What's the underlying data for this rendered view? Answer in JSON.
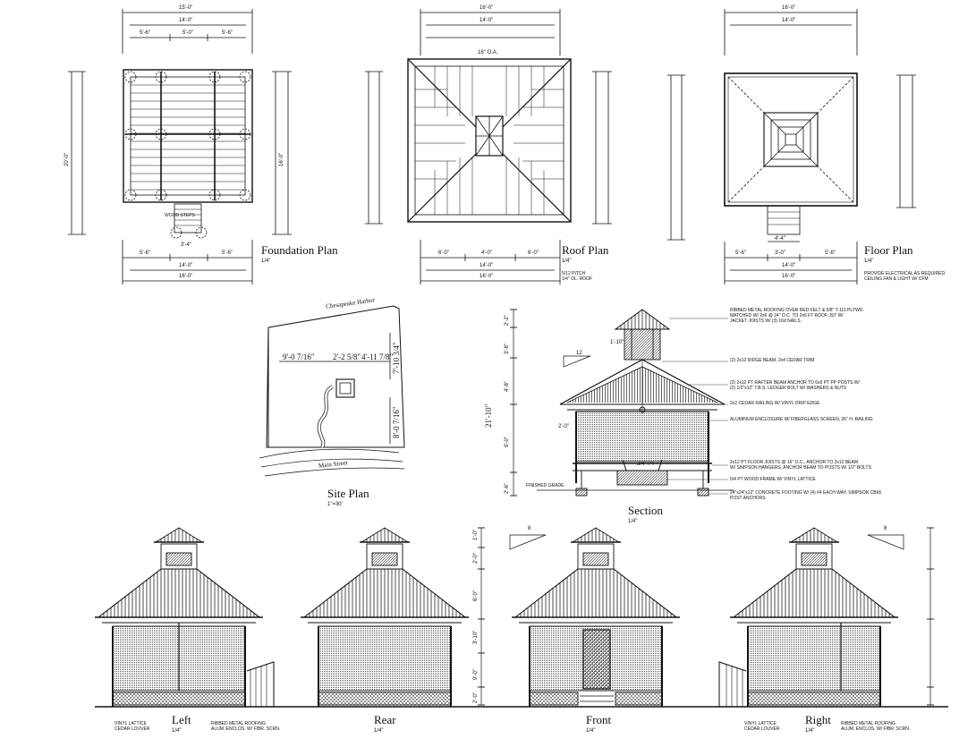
{
  "drawings": {
    "foundation_plan": {
      "title": "Foundation Plan",
      "scale": "1/4\""
    },
    "roof_plan": {
      "title": "Roof Plan",
      "scale": "1/4\""
    },
    "floor_plan": {
      "title": "Floor Plan",
      "scale": "1/4\""
    },
    "site_plan": {
      "title": "Site Plan",
      "scale": "1\"=30'"
    },
    "section": {
      "title": "Section",
      "scale": "1/4\""
    },
    "elev_left": {
      "title": "Left",
      "scale": "1/4\""
    },
    "elev_rear": {
      "title": "Rear",
      "scale": "1/4\""
    },
    "elev_front": {
      "title": "Front",
      "scale": "1/4\""
    },
    "elev_right": {
      "title": "Right",
      "scale": "1/4\""
    }
  },
  "dimensions": {
    "fp_top_overall": "15'-0\"",
    "fp_top_mid": "14'-0\"",
    "fp_top_a": "5'-6\"",
    "fp_top_b": "5'-0\"",
    "fp_top_c": "5'-6\"",
    "fp_bot_a": "5'-6\"",
    "fp_bot_b": "3'-4\"",
    "fp_bot_c": "5'-6\"",
    "fp_bot_mid": "14'-0\"",
    "fp_bot_overall": "16'-0\"",
    "fp_side_a": "20'-0\"",
    "fp_side_b": "16'-0\"",
    "rp_top_overall": "16'-0\"",
    "rp_top_mid": "14'-0\"",
    "rp_top_oa": "16\" O.A.",
    "rp_bot_a": "6'-0\"",
    "rp_bot_b": "4'-0\"",
    "rp_bot_c": "6'-0\"",
    "rp_bot_mid": "14'-0\"",
    "rp_bot_overall": "16'-0\"",
    "flp_top_overall": "16'-0\"",
    "flp_top_mid": "14'-0\"",
    "flp_bot_a": "5'-6\"",
    "flp_bot_b": "3'-0\"",
    "flp_bot_c": "5'-6\"",
    "flp_bot_d": "4'-4\"",
    "flp_bot_mid": "14'-0\"",
    "flp_bot_overall": "16'-0\"",
    "site_a": "9'-0 7/16\"",
    "site_b": "2'-2 5/8\"",
    "site_c": "4'-11 7/8\"",
    "site_d": "7'-10 3/4\"",
    "site_e": "8'-0 7/16\"",
    "sec_a": "2'-6\"",
    "sec_b": "9'-0\"",
    "sec_c": "4'-8\"",
    "sec_d": "3'-8\"",
    "sec_e": "2'-2\"",
    "sec_total": "21'-10\"",
    "sec_f": "1'-10\"",
    "sec_g": "2'-0\"",
    "elev_a": "1'-0\"",
    "elev_b": "2'-0\"",
    "elev_c": "6'-0\"",
    "elev_d": "3'-10\"",
    "elev_e": "9'-0\"",
    "elev_f": "2'-0\""
  },
  "notes": {
    "site_top": "Chesapeake Harbor",
    "site_bottom": "Main Street",
    "section_callout_1": "RIBBED METAL ROOFING OVER RED FELT & 5/8\" T-111 PLYWD.\nMATCHED W/ 2x6 @ 24\" O.C. TO 2x6 FT ROOF JST W/\nJACKET JOISTS W/ (3) 16d NAILS.",
    "section_callout_2": "(2) 2x12 RIDGE BEAM, 2x4 CEDAR TRIM",
    "section_callout_3": "(2) 2x12 PT RAFTER BEAM ANCHOR TO 6x6 PT PP POSTS W/\n(2) 1/2\"x12\" T.B.S. LEDGER BOLT W/ WASHERS & NUTS",
    "section_callout_4": "2x2 CEDAR RAILING W/ VINYL DRIP EDGE",
    "section_callout_5": "ALUMINUM ENCLOSURE W/ FIBERGLASS SCREEN, 36\" H. RAILING",
    "section_callout_6": "2x12 PT FLOOR JOISTS @ 16\" O.C., ANCHOR TO 2x12 BEAM\nW/ SIMPSON HANGERS, ANCHOR BEAM TO POSTS W/ 1/2\" BOLTS",
    "section_callout_7": "5/4 PT WOOD FRAME W/ VINYL LATTICE",
    "section_callout_8": "24\"x24\"x12\" CONCRETE FOOTING W/ (4) #4 EACH WAY, SIMPSON CB66\nPOST ANCHORS",
    "section_grade": "FINISHED GRADE",
    "elev_left_note_a": "VINYL LATTICE\nCEDAR LOUVER",
    "elev_left_note_b": "RIBBED METAL ROOFING\nALUM. ENCLOS. W/ FIBR. SCRN.",
    "elev_right_note_a": "VINYL LATTICE\nCEDAR LOUVER",
    "elev_right_note_b": "RIBBED METAL ROOFING\nALUM. ENCLOS. W/ FIBR. SCRN.",
    "floor_note": "PROVIDE ELECTRICAL AS REQUIRED.\nCEILING FAN & LIGHT W/ CFM",
    "roof_note": "5/12 PITCH\n1/4\" OL. ROOF",
    "fp_note_stair": "WOOD STEPS",
    "sec_label_mid": "3/4\" PT",
    "slope_rise": "12",
    "slope_run": "8"
  }
}
